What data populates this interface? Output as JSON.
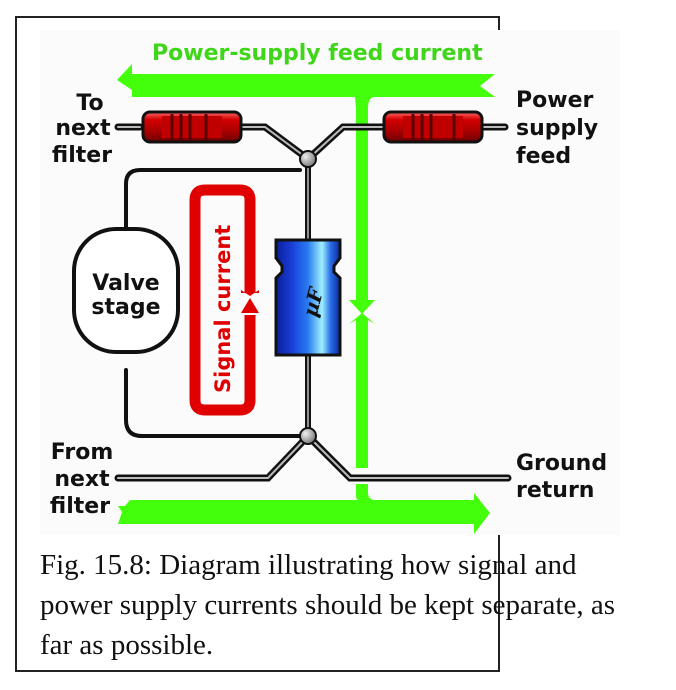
{
  "diagram": {
    "title_arrow_label": "Power-supply feed current",
    "labels": {
      "to_next_filter": [
        "To",
        "next",
        "filter"
      ],
      "power_supply_feed": [
        "Power",
        "supply",
        "feed"
      ],
      "from_next_filter": [
        "From",
        "next",
        "filter"
      ],
      "ground_return": [
        "Ground",
        "return"
      ],
      "valve_stage": [
        "Valve",
        "stage"
      ],
      "signal_current": "Signal current",
      "capacitor_marking": "µF"
    },
    "colors": {
      "power_current": "#44ff0c",
      "signal_current": "#e00000",
      "resistor": "#b80000",
      "capacitor": "#1a5ee8",
      "wire": "#111111"
    }
  },
  "caption": "Fig. 15.8: Diagram illustrating how signal and power supply currents should be kept separate, as far as possible."
}
